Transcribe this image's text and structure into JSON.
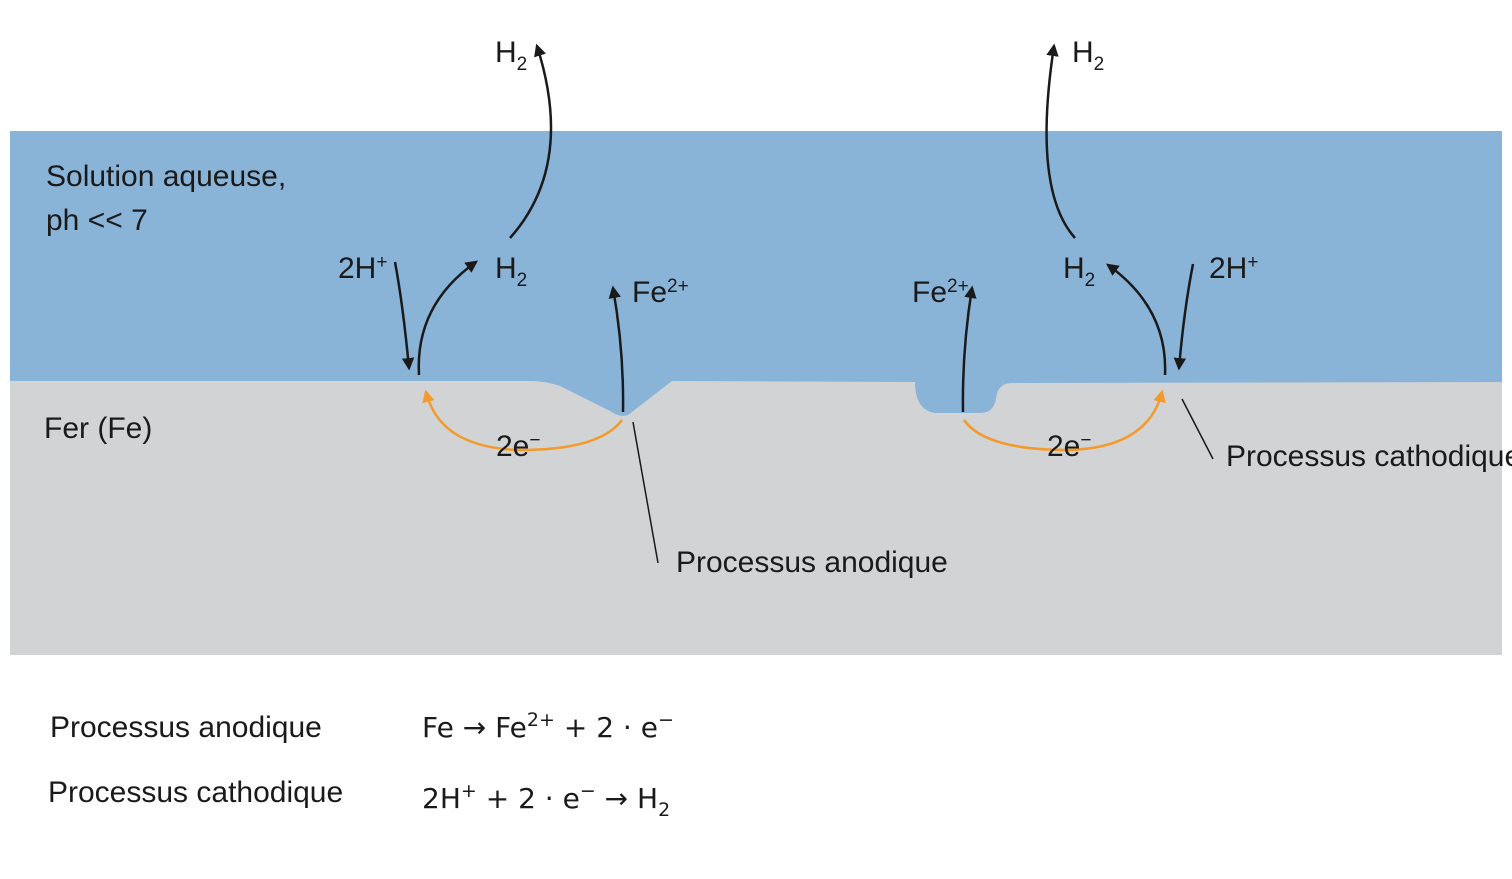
{
  "diagram": {
    "solution_label_line1": "Solution aqueuse,",
    "solution_label_line2": "ph << 7",
    "metal_label": "Fer (Fe)",
    "h2": "H",
    "h2_sub": "2",
    "two_h_plus": "2H",
    "plus_sup": "+",
    "fe": "Fe",
    "fe_sup": "2+",
    "electrons": "2e",
    "electron_sup": "−",
    "anodic_label": "Processus anodique",
    "cathodic_label": "Processus cathodique",
    "colors": {
      "solution": "#8ab4d7",
      "metal": "#d1d3d4",
      "arrow_black": "#1a1a1a",
      "arrow_orange": "#f39a2b"
    }
  },
  "legend": {
    "anodic": {
      "label": "Processus anodique",
      "formula_fe": "Fe",
      "formula_arrow": "→",
      "formula_fe2": "Fe",
      "formula_fe2_sup": "2+",
      "formula_rest": "+ 2 · e",
      "formula_e_sup": "−"
    },
    "cathodic": {
      "label": "Processus cathodique",
      "formula_2h": "2H",
      "formula_h_sup": "+",
      "formula_mid": "+ 2 · e",
      "formula_e_sup": "−",
      "formula_arrow": "→",
      "formula_h": "H",
      "formula_h_sub": "2"
    }
  }
}
